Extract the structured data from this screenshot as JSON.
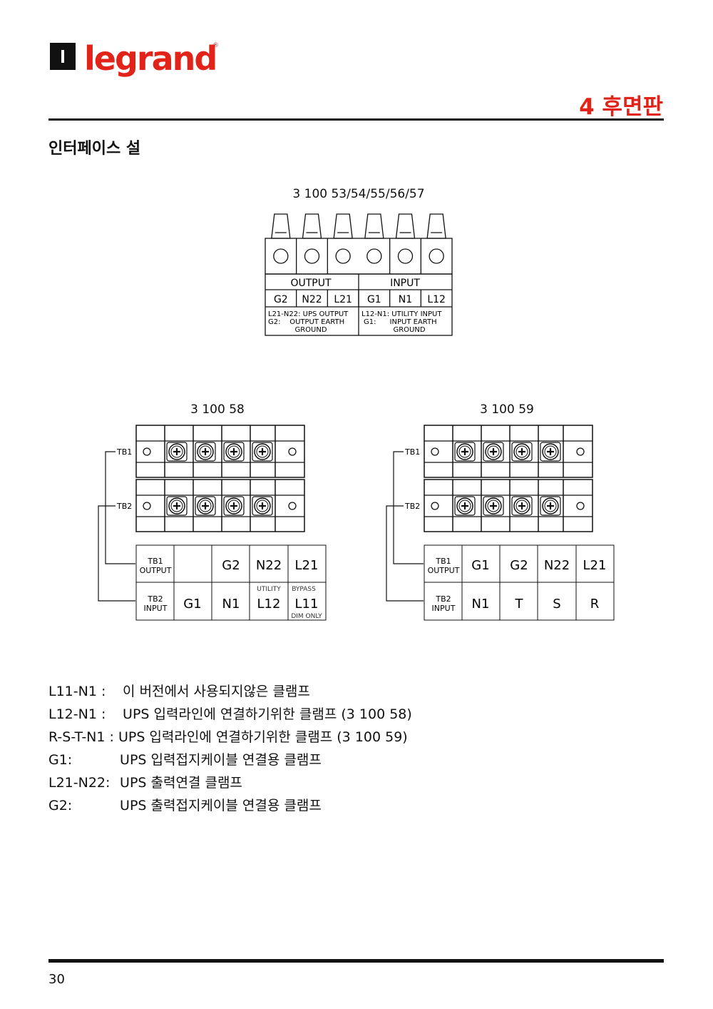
{
  "header": {
    "brand": "legrand",
    "chapter_title": "4 후면판"
  },
  "section_title": "인터페이스 설",
  "diagram1": {
    "caption": "3 100 53/54/55/56/57",
    "output_label": "OUTPUT",
    "input_label": "INPUT",
    "terminals": [
      "G2",
      "N22",
      "L21",
      "G1",
      "N1",
      "L12"
    ],
    "output_notes": [
      "L21-N22: UPS OUTPUT",
      "G2:    OUTPUT EARTH",
      "GROUND"
    ],
    "input_notes": [
      "L12-N1: UTILITY INPUT",
      "G1:      INPUT EARTH",
      "GROUND"
    ]
  },
  "diagram2": {
    "caption": "3 100 58",
    "tb1": "TB1",
    "tb2": "TB2",
    "row1_header": [
      "TB1",
      "OUTPUT"
    ],
    "row1": [
      "",
      "G2",
      "N22",
      "L21"
    ],
    "row2_header": [
      "TB2",
      "INPUT"
    ],
    "row2": [
      "G1",
      "N1",
      "L12",
      "L11"
    ],
    "utility": "UTILITY",
    "bypass": "BYPASS",
    "dim_only": "DIM ONLY"
  },
  "diagram3": {
    "caption": "3 100 59",
    "tb1": "TB1",
    "tb2": "TB2",
    "row1_header": [
      "TB1",
      "OUTPUT"
    ],
    "row1": [
      "G1",
      "G2",
      "N22",
      "L21"
    ],
    "row2_header": [
      "TB2",
      "INPUT"
    ],
    "row2": [
      "N1",
      "T",
      "S",
      "R"
    ]
  },
  "definitions": [
    {
      "term": "L11-N1 :",
      "desc": "이 버전에서 사용되지않은 클램프"
    },
    {
      "term": "L12-N1 :",
      "desc": "UPS 입력라인에 연결하기위한 클램프 (3 100 58)"
    },
    {
      "term": "R-S-T-N1 :",
      "desc": "UPS 입력라인에 연결하기위한 클램프 (3 100 59)"
    },
    {
      "term": "G1:",
      "desc": "UPS 입력접지케이블 연결용 클램프"
    },
    {
      "term": "L21-N22:",
      "desc": "UPS 출력연결 클램프"
    },
    {
      "term": "G2:",
      "desc": "UPS 출력접지케이블 연결용 클램프"
    }
  ],
  "page_number": "30",
  "colors": {
    "accent": "#e2231a",
    "text": "#111111"
  }
}
